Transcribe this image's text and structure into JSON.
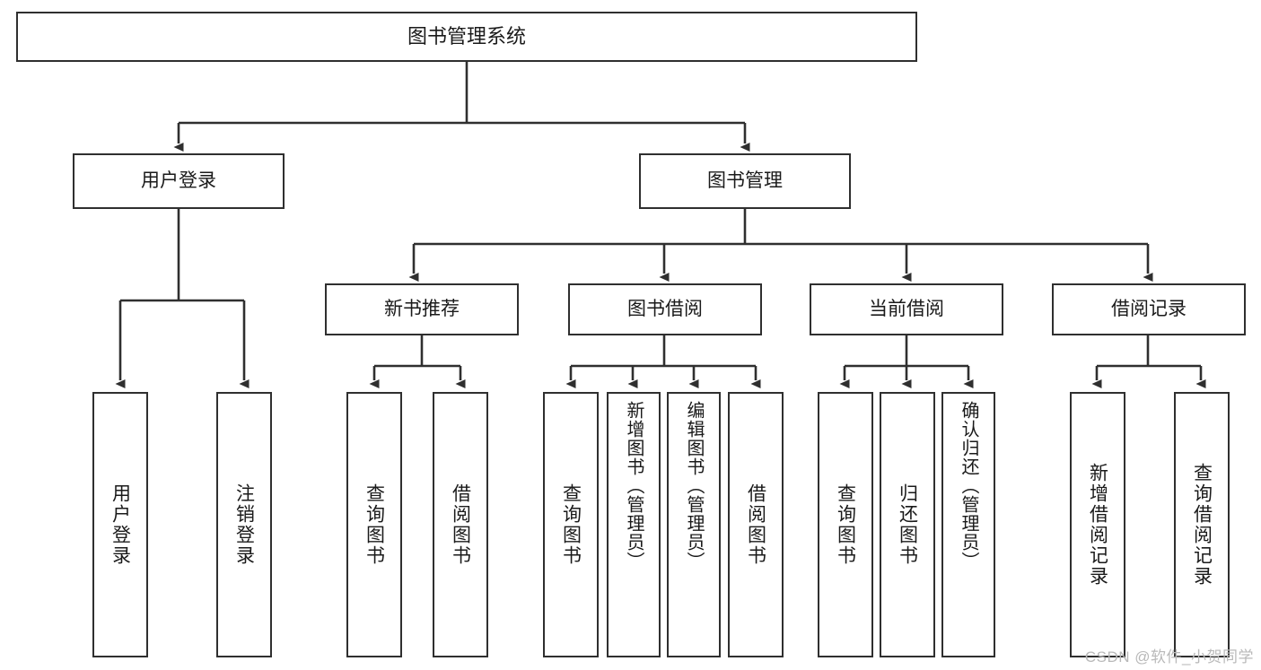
{
  "diagram": {
    "title": "图书管理系统",
    "type": "tree-hierarchy",
    "watermark": "CSDN @软件_小贺同学",
    "colors": {
      "stroke": "#2f2f2f",
      "fill": "#ffffff",
      "text": "#1a1a1a",
      "watermark": "#b9b9b9"
    },
    "nodes": {
      "root": {
        "label": "图书管理系统"
      },
      "level2": [
        {
          "label": "用户登录"
        },
        {
          "label": "图书管理"
        }
      ],
      "level3": [
        {
          "label": "新书推荐"
        },
        {
          "label": "图书借阅"
        },
        {
          "label": "当前借阅"
        },
        {
          "label": "借阅记录"
        }
      ],
      "leaves": {
        "user_login": [
          {
            "label": "用户登录"
          },
          {
            "label": "注销登录"
          }
        ],
        "new_book": [
          {
            "label": "查询图书"
          },
          {
            "label": "借阅图书"
          }
        ],
        "book_borrow": [
          {
            "label": "查询图书"
          },
          {
            "label": "新增图书（管理员）"
          },
          {
            "label": "编辑图书（管理员）"
          },
          {
            "label": "借阅图书"
          }
        ],
        "current_borrow": [
          {
            "label": "查询图书"
          },
          {
            "label": "归还图书"
          },
          {
            "label": "确认归还（管理员）"
          }
        ],
        "borrow_record": [
          {
            "label": "新增借阅记录"
          },
          {
            "label": "查询借阅记录"
          }
        ]
      }
    }
  }
}
